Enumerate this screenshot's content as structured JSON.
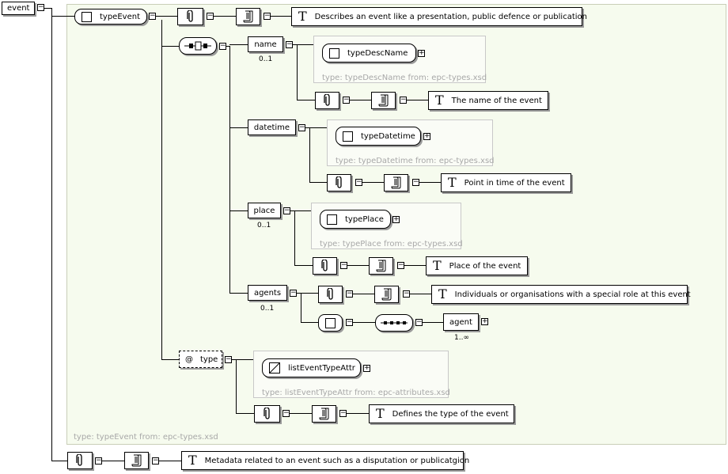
{
  "root": {
    "name": "event"
  },
  "complex_type": {
    "name": "typeEvent",
    "doc": "Describes an event like a presentation, public defence or publication",
    "footer": "type: typeEvent from: epc-types.xsd"
  },
  "children": [
    {
      "name": "name",
      "card": "0..1",
      "type": "typeDescName",
      "type_info": "type: typeDescName from: epc-types.xsd",
      "doc": "The name of the event"
    },
    {
      "name": "datetime",
      "card": "",
      "type": "typeDatetime",
      "type_info": "type: typeDatetime from: epc-types.xsd",
      "doc": "Point in time of the event"
    },
    {
      "name": "place",
      "card": "0..1",
      "type": "typePlace",
      "type_info": "type: typePlace from: epc-types.xsd",
      "doc": "Place of the event"
    },
    {
      "name": "agents",
      "card": "0..1",
      "doc": "Individuals or organisations with a special role at this event",
      "child": "agent",
      "child_card": "1..∞"
    }
  ],
  "attribute": {
    "prefix": "@",
    "name": "type",
    "type": "listEventTypeAttr",
    "type_info": "type: listEventTypeAttr from: epc-attributes.xsd",
    "doc": "Defines the type of the event"
  },
  "root_doc": "Metadata related to an event such as a disputation or publicatgion",
  "icons": {
    "annotation": "paperclip-icon",
    "documentation": "scroll-icon",
    "text": "T",
    "sequence": "sequence-icon",
    "expand": "+",
    "collapse": "−"
  },
  "colors": {
    "panel": "#f6fbee",
    "panel_border": "#c9ceb8",
    "grey_text": "#a8a8a8"
  }
}
